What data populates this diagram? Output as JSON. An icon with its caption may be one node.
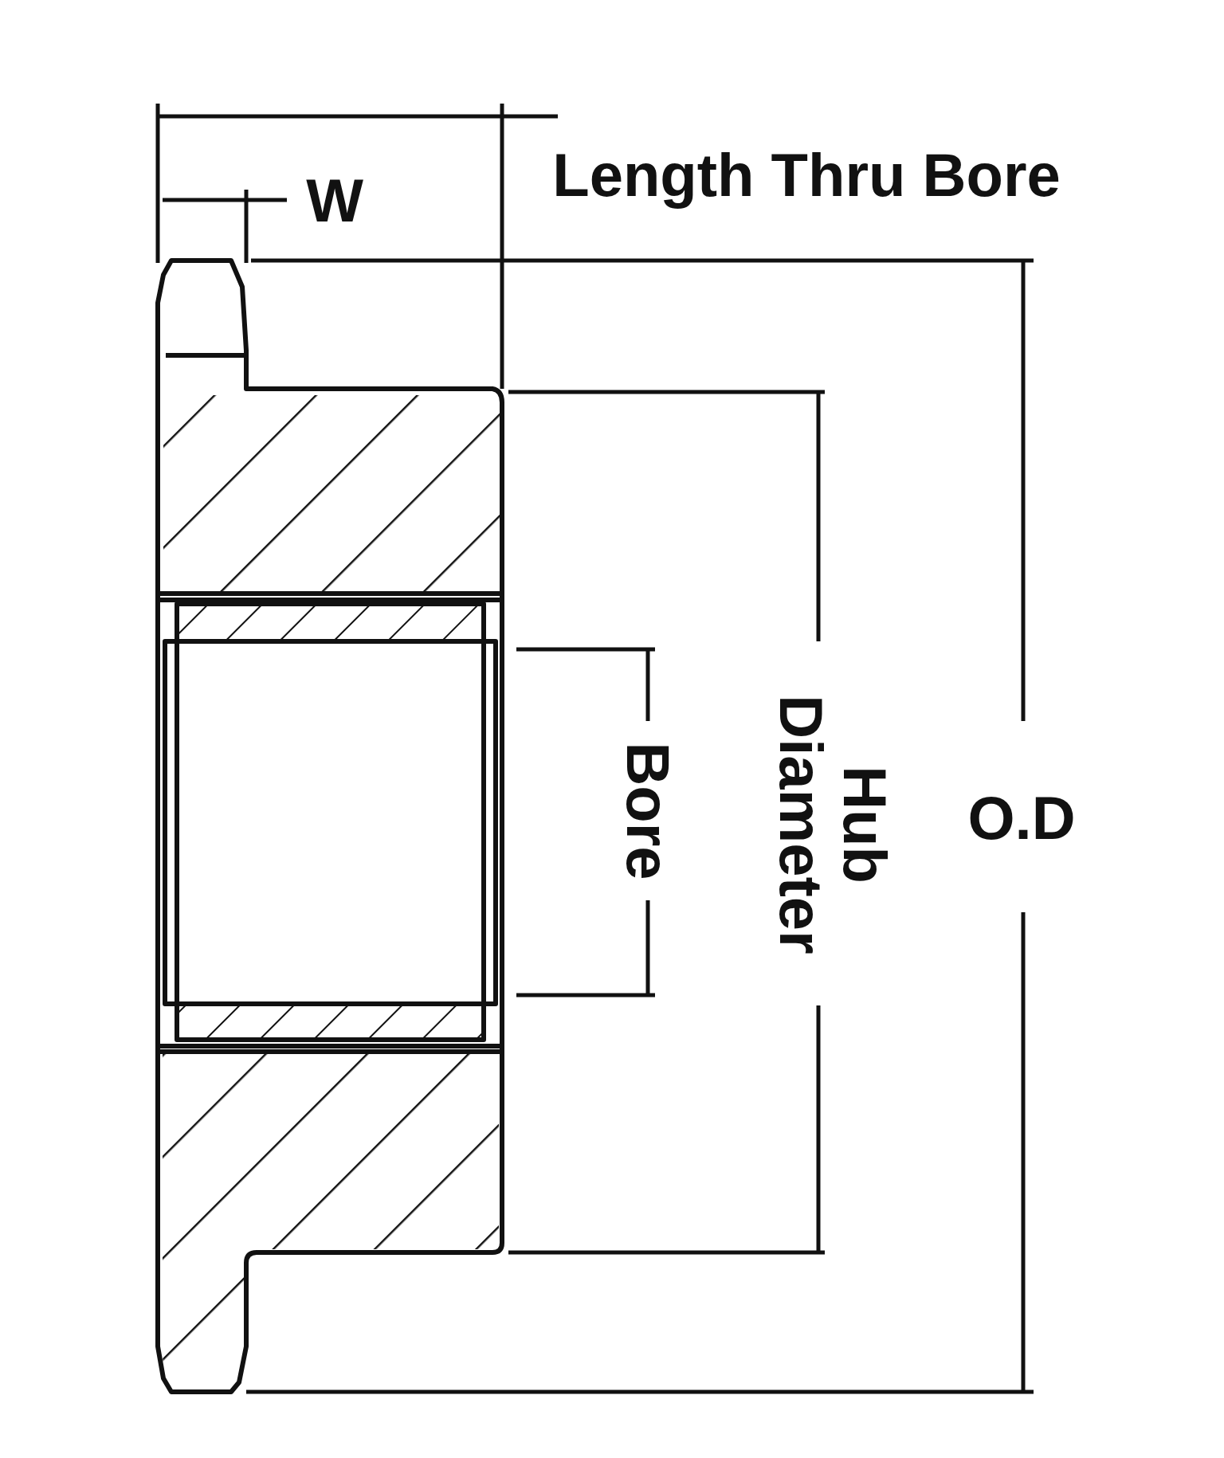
{
  "diagram": {
    "labels": [
      "Length Thru Bore",
      "W",
      "Bore",
      "Hub Diameter",
      "O.D"
    ]
  }
}
